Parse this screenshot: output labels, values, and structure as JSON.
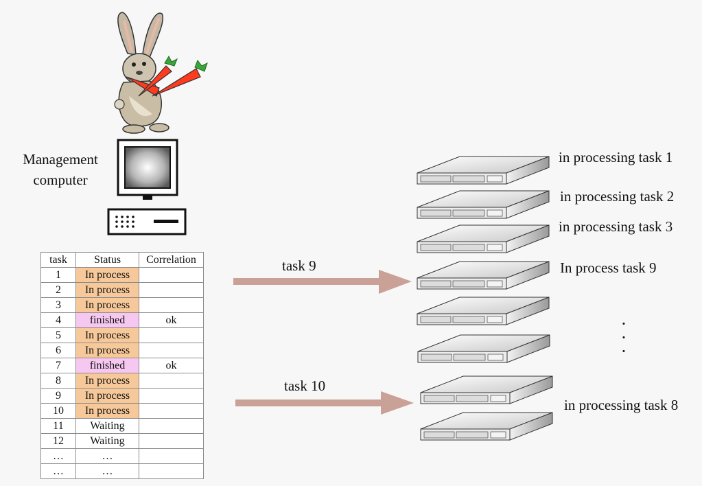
{
  "management": {
    "label_line1": "Management",
    "label_line2": "computer"
  },
  "table": {
    "headers": [
      "task",
      "Status",
      "Correlation"
    ],
    "rows": [
      {
        "task": "1",
        "status": "In process",
        "corr": "",
        "kind": "process"
      },
      {
        "task": "2",
        "status": "In process",
        "corr": "",
        "kind": "process"
      },
      {
        "task": "3",
        "status": "In process",
        "corr": "",
        "kind": "process"
      },
      {
        "task": "4",
        "status": "finished",
        "corr": "ok",
        "kind": "finished"
      },
      {
        "task": "5",
        "status": "In process",
        "corr": "",
        "kind": "process"
      },
      {
        "task": "6",
        "status": "In process",
        "corr": "",
        "kind": "process"
      },
      {
        "task": "7",
        "status": "finished",
        "corr": "ok",
        "kind": "finished"
      },
      {
        "task": "8",
        "status": "In process",
        "corr": "",
        "kind": "process"
      },
      {
        "task": "9",
        "status": "In process",
        "corr": "",
        "kind": "process"
      },
      {
        "task": "10",
        "status": "In process",
        "corr": "",
        "kind": "process"
      },
      {
        "task": "11",
        "status": "Waiting",
        "corr": "",
        "kind": "waiting"
      },
      {
        "task": "12",
        "status": "Waiting",
        "corr": "",
        "kind": "waiting"
      },
      {
        "task": "…",
        "status": "…",
        "corr": "",
        "kind": "waiting"
      },
      {
        "task": "…",
        "status": "…",
        "corr": "",
        "kind": "waiting"
      }
    ]
  },
  "arrows": {
    "task9_label": "task 9",
    "task10_label": "task 10",
    "color": "#c9a196"
  },
  "servers": {
    "label1": "in processing task 1",
    "label2": "in processing task 2",
    "label3": "in processing task 3",
    "label4": "In process task 9",
    "label5": "in processing task 8",
    "ellipsis": "·\n·\n·"
  },
  "colors": {
    "in_process": "#f7c99a",
    "finished": "#f6c8f1",
    "carrot": "#ff3b1f"
  }
}
